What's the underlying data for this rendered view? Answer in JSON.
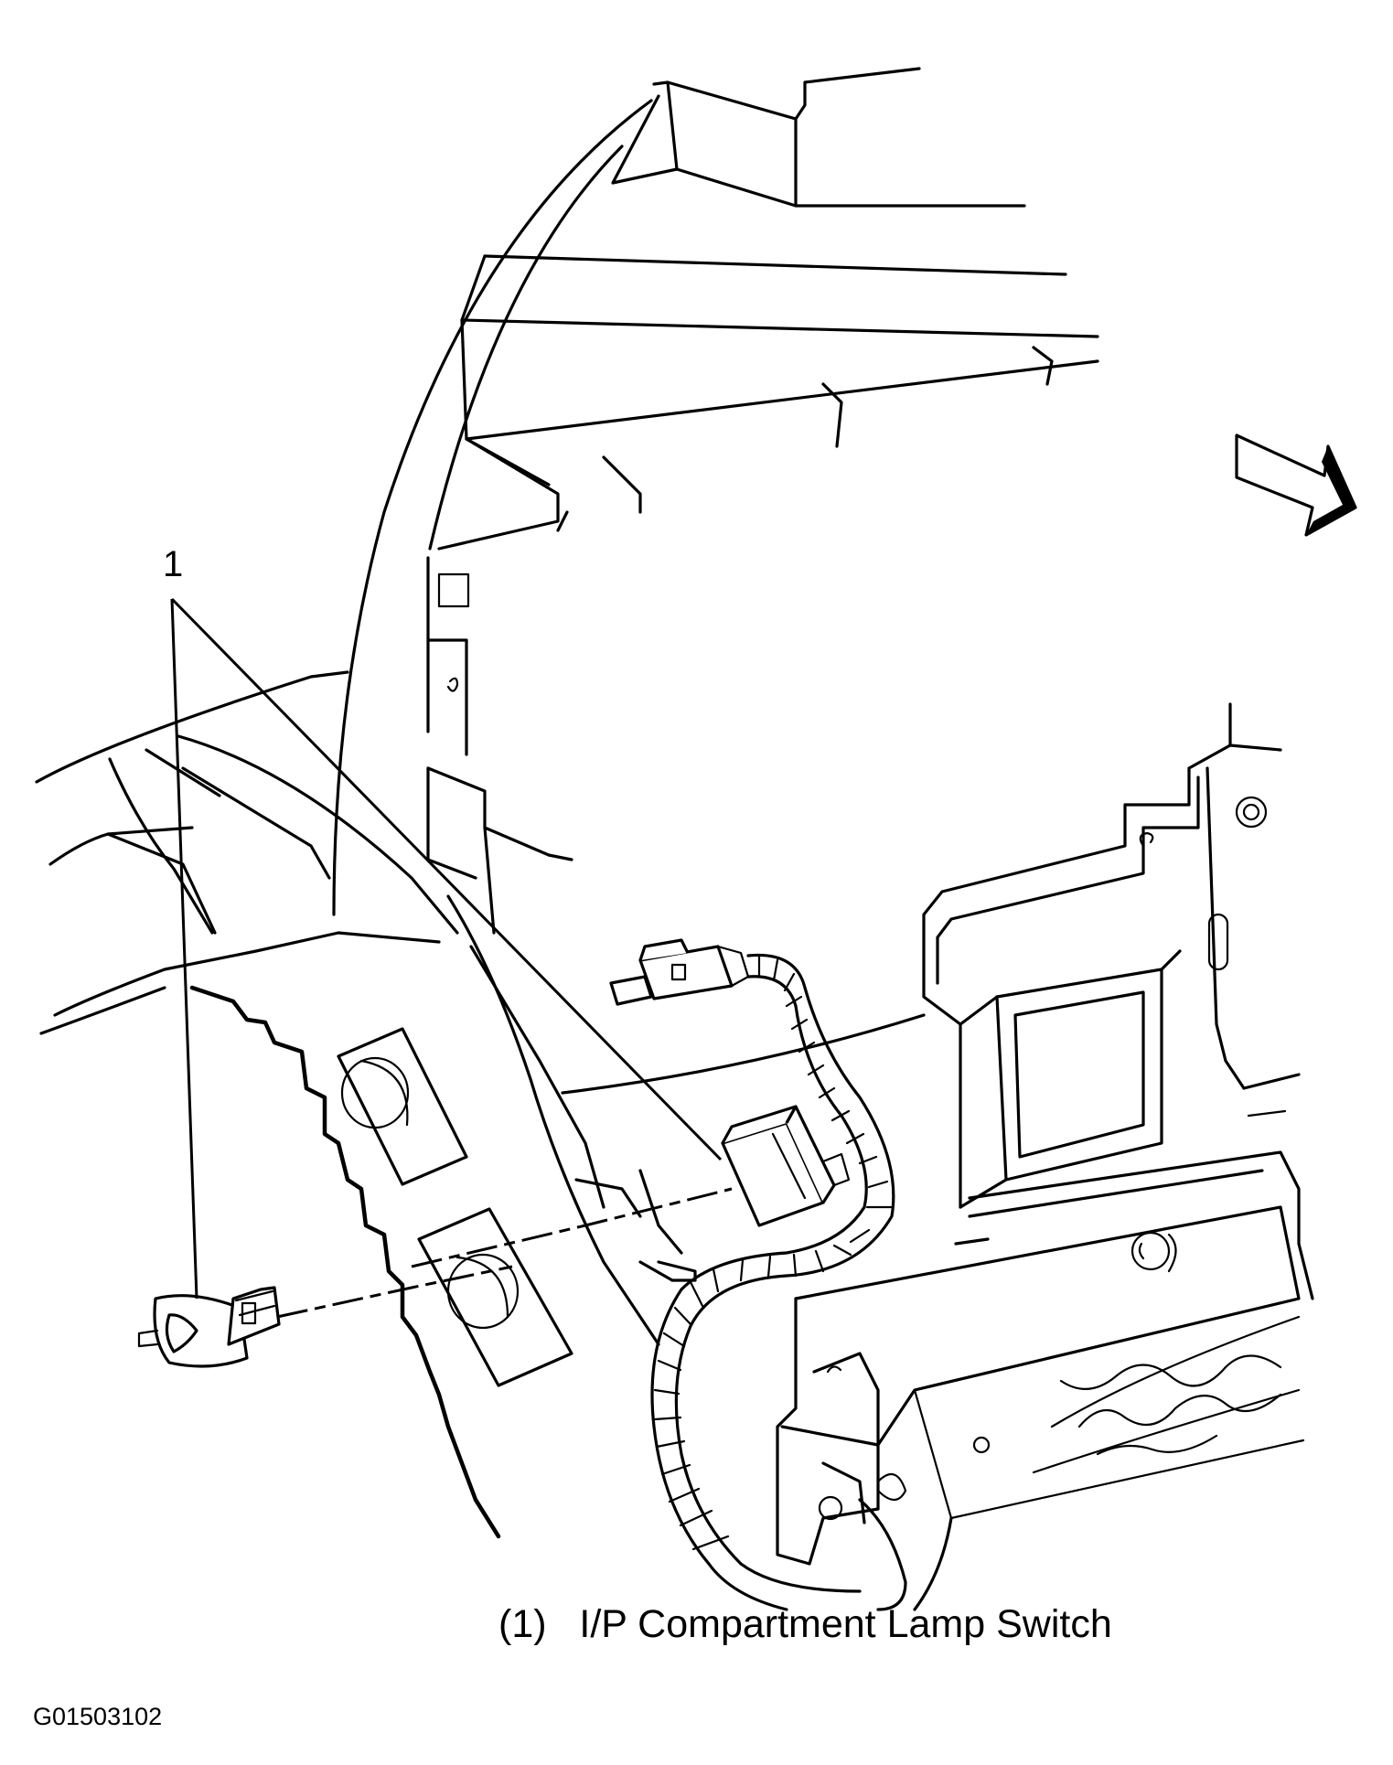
{
  "callout": {
    "number": "1"
  },
  "legend": {
    "item_number": "(1)",
    "item_label": "I/P Compartment Lamp Switch"
  },
  "figure_id": "G01503102",
  "icons": {
    "view_direction": "view-direction-arrow-icon"
  }
}
